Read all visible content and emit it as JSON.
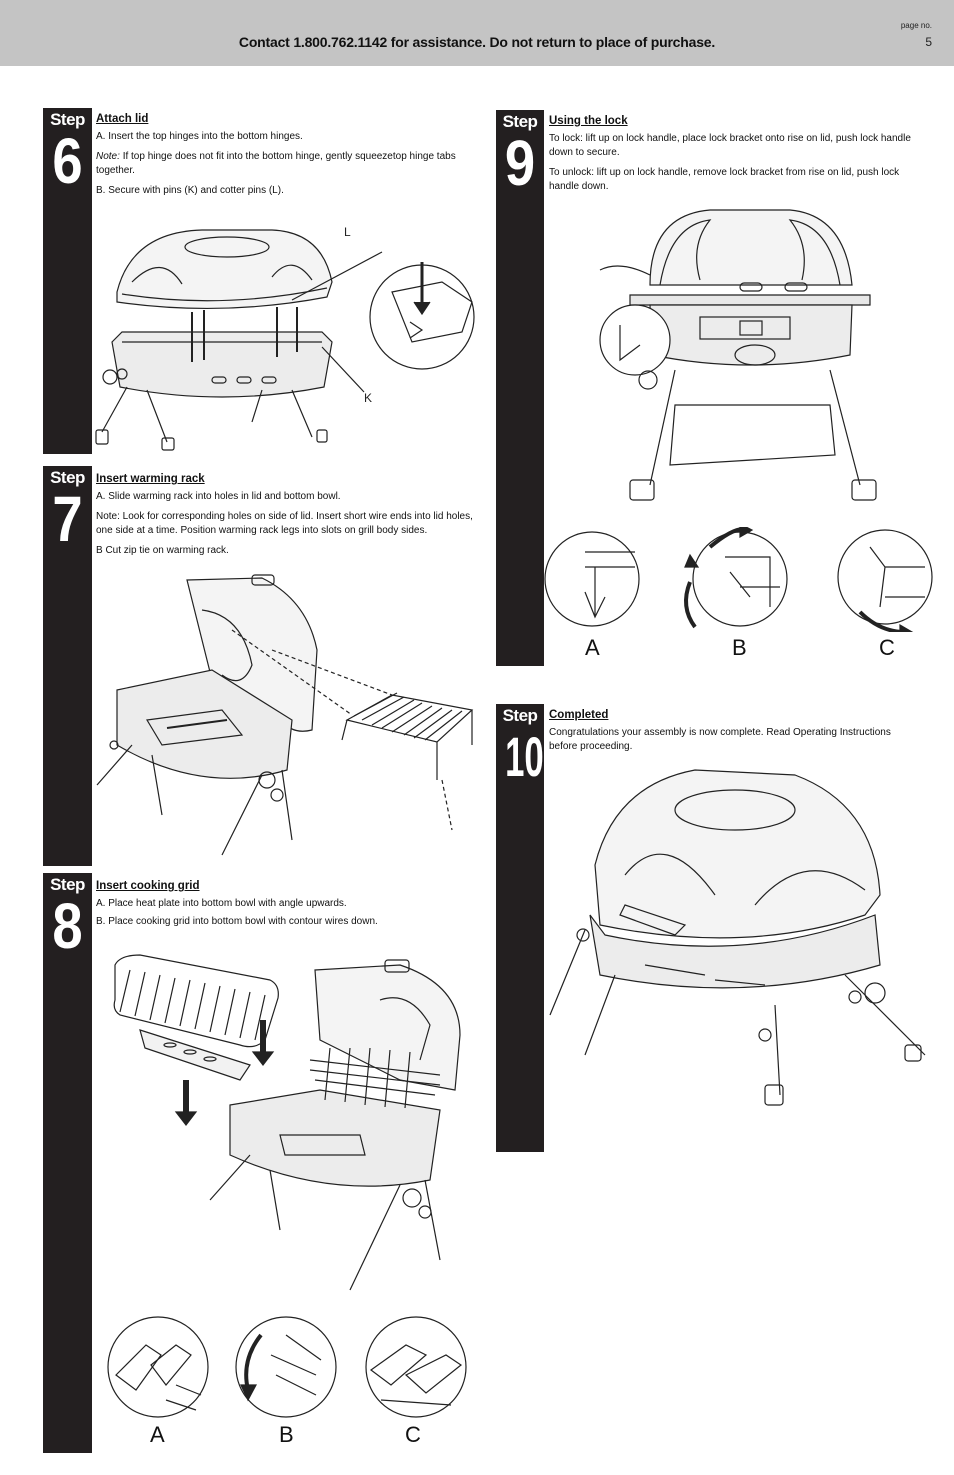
{
  "header": {
    "contact": "Contact 1.800.762.1142 for assistance. Do not return to place of purchase.",
    "page_label": "page no.",
    "page_number": "5"
  },
  "step_word": "Step",
  "steps": {
    "s6": {
      "number": "6",
      "title": "Attach lid",
      "line_a": "A. Insert the top hinges into the bottom hinges.",
      "note_label": "Note:",
      "note_text": "If top hinge does not fit into the bottom hinge, gently squeezetop hinge tabs together.",
      "line_b": "B. Secure with pins (K) and cotter pins (L).",
      "callout_l": "L",
      "callout_k": "K"
    },
    "s7": {
      "number": "7",
      "title": "Insert warming rack",
      "line_a": "A. Slide warming rack into holes in lid and bottom bowl.",
      "note": "Note: Look for corresponding holes on side of lid.  Insert short wire ends into lid holes, one side at a time.  Position warming rack legs into slots on grill body sides.",
      "line_b": "B Cut zip tie on warming rack."
    },
    "s8": {
      "number": "8",
      "title": "Insert cooking grid",
      "line_a": "A. Place heat plate into bottom bowl with angle upwards.",
      "line_b": "B. Place cooking grid into bottom bowl with contour wires down.",
      "labels": [
        "A",
        "B",
        "C"
      ]
    },
    "s9": {
      "number": "9",
      "title": "Using the lock",
      "lock": "To lock: lift up on lock handle, place lock bracket onto rise on lid, push lock handle down to secure.",
      "unlock": "To unlock: lift up on lock handle, remove lock bracket from rise on lid, push lock handle down.",
      "labels": [
        "A",
        "B",
        "C"
      ]
    },
    "s10": {
      "number": "10",
      "title": "Completed",
      "text": "Congratulations your assembly is now complete.  Read Operating Instructions before proceeding."
    }
  }
}
